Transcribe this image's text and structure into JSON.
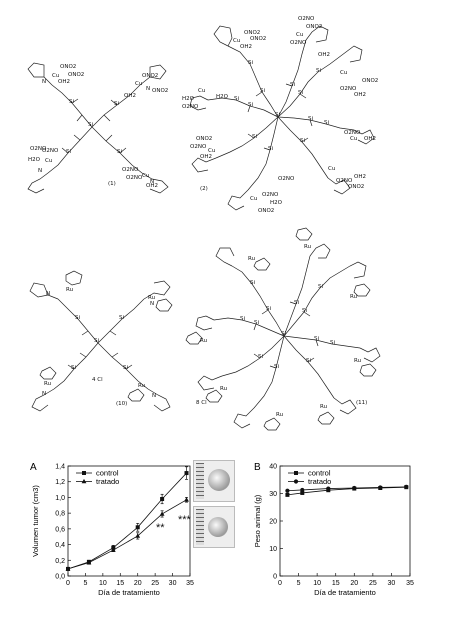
{
  "structures": {
    "s1": {
      "id": "(1)",
      "atoms": [
        "Si",
        "Si",
        "Si",
        "Si",
        "Si",
        "Cu",
        "Cu",
        "Cu",
        "Cu",
        "N",
        "N",
        "N",
        "N"
      ],
      "labels": [
        "ONO2",
        "ONO2",
        "OH2",
        "ONO2",
        "ONO2",
        "OH2",
        "O2NO",
        "H2O",
        "O2NO",
        "OH2",
        "O2NO",
        "O2NO"
      ]
    },
    "s2": {
      "id": "(2)",
      "atoms": [
        "Si",
        "Si",
        "Si",
        "Si",
        "Si",
        "Si",
        "Si",
        "Si",
        "Si",
        "Si",
        "Si",
        "Si",
        "Si",
        "Cu",
        "Cu",
        "Cu",
        "Cu",
        "Cu",
        "Cu",
        "Cu",
        "Cu"
      ],
      "labels": [
        "O2NO",
        "ONO2",
        "OH2",
        "ONO2",
        "ONO2",
        "O2NO",
        "H2O",
        "O2NO",
        "H2O",
        "O2NO",
        "OH2",
        "ONO2",
        "O2NO",
        "OH2",
        "ONO2",
        "O2NO",
        "O2NO",
        "ONO2",
        "OH2",
        "O2NO",
        "H2O",
        "ONO2",
        "OH2",
        "O2NO",
        "OH2"
      ]
    },
    "s10": {
      "id": "(10)",
      "counterion": "4 Cl",
      "atoms": [
        "Si",
        "Si",
        "Si",
        "Si",
        "Si",
        "Ru",
        "Ru",
        "Ru",
        "Ru",
        "N",
        "N",
        "N",
        "N"
      ]
    },
    "s11": {
      "id": "(11)",
      "counterion": "8 Cl",
      "atoms": [
        "Si",
        "Si",
        "Si",
        "Si",
        "Si",
        "Si",
        "Si",
        "Si",
        "Si",
        "Si",
        "Si",
        "Si",
        "Si",
        "Ru",
        "Ru",
        "Ru",
        "Ru",
        "Ru",
        "Ru",
        "Ru",
        "Ru"
      ]
    }
  },
  "panels": {
    "A": {
      "letter": "A",
      "stars_high": "***",
      "stars_low": "**"
    },
    "B": {
      "letter": "B"
    }
  },
  "chart_data": [
    {
      "type": "line",
      "panel": "A",
      "title": "",
      "xlabel": "Día de tratamiento",
      "ylabel": "Volumen tumor (cm3)",
      "xlim": [
        0,
        35
      ],
      "ylim": [
        0,
        1.4
      ],
      "xticks": [
        0,
        5,
        10,
        15,
        20,
        25,
        30,
        35
      ],
      "yticks": [
        0.0,
        0.2,
        0.4,
        0.6,
        0.8,
        1.0,
        1.2,
        1.4
      ],
      "ytick_labels": [
        "0,0",
        "0,2",
        "0,4",
        "0,6",
        "0,8",
        "1,0",
        "1,2",
        "1,4"
      ],
      "legend": "top-left",
      "series": [
        {
          "name": "control",
          "marker": "square",
          "x": [
            0,
            6,
            13,
            20,
            27,
            34
          ],
          "y": [
            0.09,
            0.18,
            0.36,
            0.62,
            0.98,
            1.31
          ],
          "err": [
            0.01,
            0.02,
            0.03,
            0.05,
            0.06,
            0.08
          ]
        },
        {
          "name": "tratado",
          "marker": "triangle",
          "x": [
            0,
            6,
            13,
            20,
            27,
            34
          ],
          "y": [
            0.09,
            0.17,
            0.33,
            0.51,
            0.79,
            0.97
          ],
          "err": [
            0.01,
            0.02,
            0.02,
            0.04,
            0.04,
            0.03
          ]
        }
      ]
    },
    {
      "type": "line",
      "panel": "B",
      "title": "",
      "xlabel": "Día de tratamiento",
      "ylabel": "Peso animal (g)",
      "xlim": [
        0,
        35
      ],
      "ylim": [
        0,
        40
      ],
      "xticks": [
        0,
        5,
        10,
        15,
        20,
        25,
        30,
        35
      ],
      "yticks": [
        0,
        10,
        20,
        30,
        40
      ],
      "legend": "top-left",
      "series": [
        {
          "name": "control",
          "marker": "square",
          "x": [
            2,
            6,
            13,
            20,
            27,
            34
          ],
          "y": [
            29.5,
            30.2,
            31.2,
            31.8,
            32.0,
            32.3
          ]
        },
        {
          "name": "tratado",
          "marker": "circle",
          "x": [
            2,
            6,
            13,
            20,
            27,
            34
          ],
          "y": [
            31.0,
            31.3,
            31.8,
            32.0,
            32.2,
            32.4
          ]
        }
      ]
    }
  ]
}
